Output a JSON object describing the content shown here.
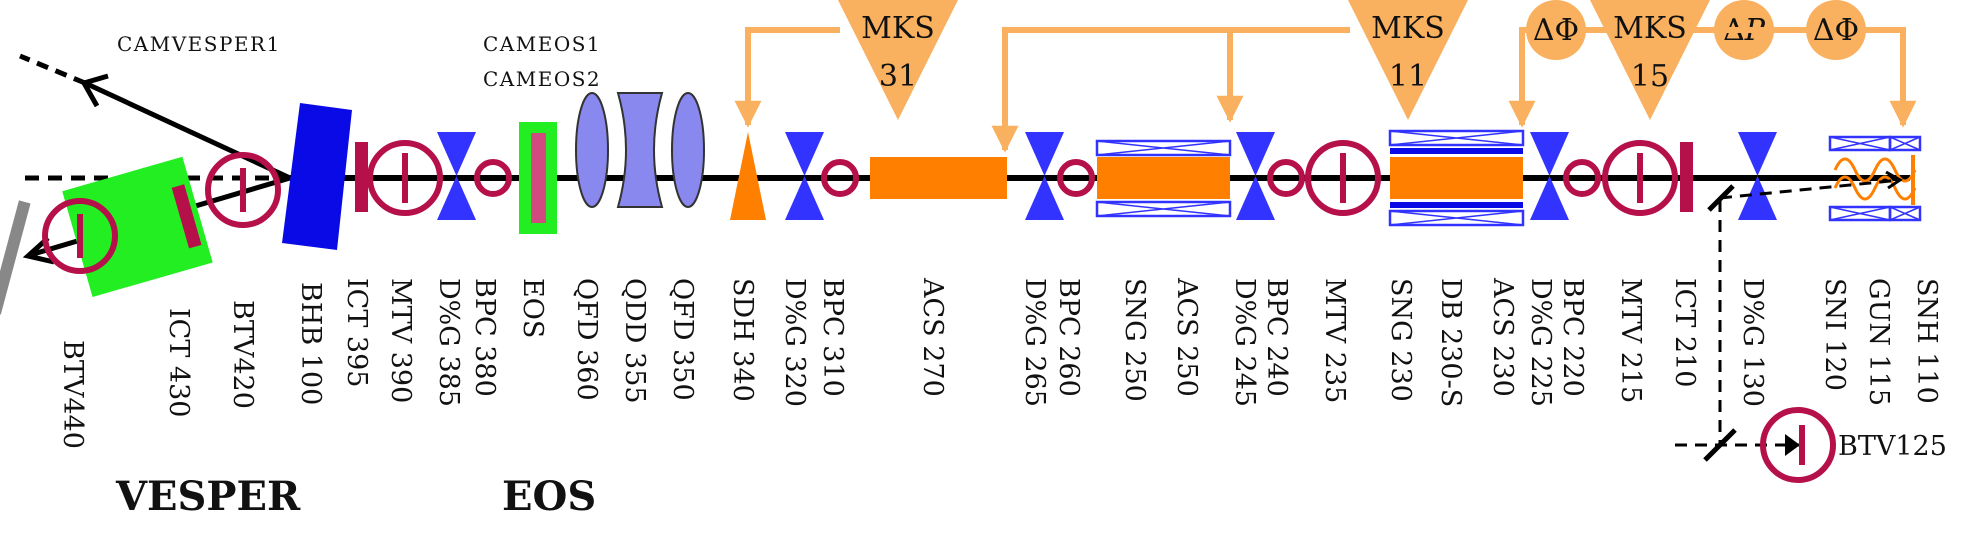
{
  "colors": {
    "beamline": "#000000",
    "feedback": "#f9b05f",
    "bpc_screen": "#b5104a",
    "diagnostic": "#3333ff",
    "accelerator": "#ff7f00",
    "quadrupole": "#8888ee",
    "eos_box": "#22ee22",
    "bending_magnet": "#0a0ae6"
  },
  "sections": {
    "vesper": "VESPER",
    "eos": "EOS"
  },
  "cameras": {
    "vesper": "CAMVESPER1",
    "eos1": "CAMEOS1",
    "eos2": "CAMEOS2"
  },
  "screen_label": "BTV125",
  "mks": {
    "m31": {
      "name": "MKS",
      "num": "31"
    },
    "m11": {
      "name": "MKS",
      "num": "11"
    },
    "m15": {
      "name": "MKS",
      "num": "15"
    }
  },
  "feedback_nodes": {
    "dphi": "ΔΦ",
    "dp_delta": "Δ",
    "dp_p": "P"
  },
  "labels": [
    "BTV440",
    "ICT 430",
    "BTV420",
    "BHB 100",
    "ICT 395",
    "MTV 390",
    "D%G 385",
    "BPC 380",
    "EOS",
    "QFD 360",
    "QDD 355",
    "QFD 350",
    "SDH 340",
    "D%G 320",
    "BPC 310",
    "ACS 270",
    "D%G 265",
    "BPC 260",
    "SNG 250",
    "ACS 250",
    "D%G 245",
    "BPC 240",
    "MTV 235",
    "SNG 230",
    "DB 230-S",
    "ACS 230",
    "D%G 225",
    "BPC 220",
    "MTV 215",
    "ICT 210",
    "D%G 130",
    "SNI 120",
    "GUN 115",
    "SNH 110"
  ]
}
